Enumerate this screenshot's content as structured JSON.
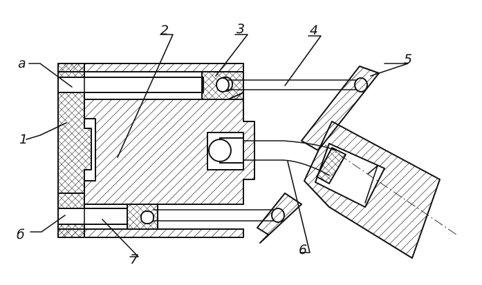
{
  "labels": {
    "a": "a",
    "b": "б",
    "n1": "1",
    "n2": "2",
    "n3": "3",
    "n4": "4",
    "n5": "5",
    "n6": "6",
    "n7": "7"
  }
}
